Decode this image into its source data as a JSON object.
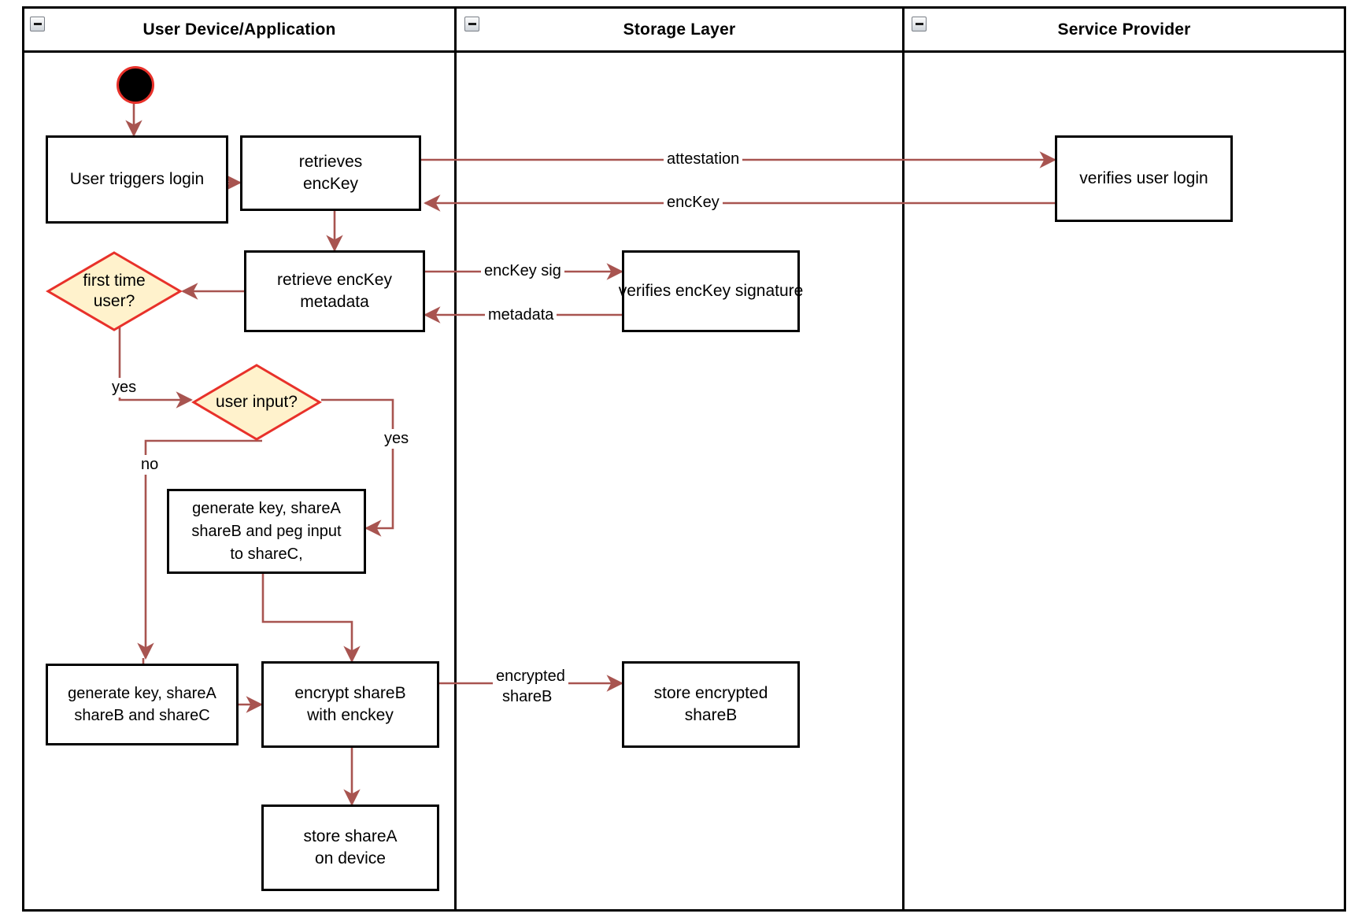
{
  "diagram": {
    "type": "uml-activity-swimlane",
    "accent_edge_color": "#a85450",
    "decision_fill": "#fff2cc",
    "decision_stroke": "#e8312a",
    "node_stroke": "#000000",
    "background": "#ffffff"
  },
  "lanes": [
    {
      "id": "user-device",
      "title": "User Device/Application",
      "collapse_icon": "minus-icon"
    },
    {
      "id": "storage-layer",
      "title": "Storage Layer",
      "collapse_icon": "minus-icon"
    },
    {
      "id": "service-provider",
      "title": "Service Provider",
      "collapse_icon": "minus-icon"
    }
  ],
  "nodes": {
    "start": {
      "kind": "initial-node",
      "label": ""
    },
    "user_triggers_login": {
      "kind": "action",
      "lines": [
        "User triggers login"
      ]
    },
    "retrieves_enckey": {
      "kind": "action",
      "lines": [
        "retrieves",
        "encKey"
      ]
    },
    "retrieve_enckey_metadata": {
      "kind": "action",
      "lines": [
        "retrieve encKey",
        "metadata"
      ]
    },
    "first_time_user": {
      "kind": "decision",
      "lines": [
        "first time",
        "user?"
      ]
    },
    "user_input": {
      "kind": "decision",
      "lines": [
        "user input?"
      ]
    },
    "generate_peg": {
      "kind": "action",
      "lines": [
        "generate key, shareA",
        "shareB and peg input",
        "to shareC,"
      ]
    },
    "generate_abc": {
      "kind": "action",
      "lines": [
        "generate key, shareA",
        "shareB and shareC"
      ]
    },
    "encrypt_shareb": {
      "kind": "action",
      "lines": [
        "encrypt shareB",
        "with enckey"
      ]
    },
    "store_sharea": {
      "kind": "action",
      "lines": [
        "store shareA",
        "on device"
      ]
    },
    "verifies_enckey_signature": {
      "kind": "action",
      "lines": [
        "verifies encKey signature"
      ]
    },
    "store_encrypted_shareb": {
      "kind": "action",
      "lines": [
        "store encrypted",
        "shareB"
      ]
    },
    "verifies_user_login": {
      "kind": "action",
      "lines": [
        "verifies user login"
      ]
    }
  },
  "edge_labels": {
    "attestation": "attestation",
    "enckey": "encKey",
    "enckey_sig": "encKey sig",
    "metadata": "metadata",
    "yes_first_time": "yes",
    "yes_user_input": "yes",
    "no_user_input": "no",
    "encrypted_shareb_l1": "encrypted",
    "encrypted_shareb_l2": "shareB"
  }
}
